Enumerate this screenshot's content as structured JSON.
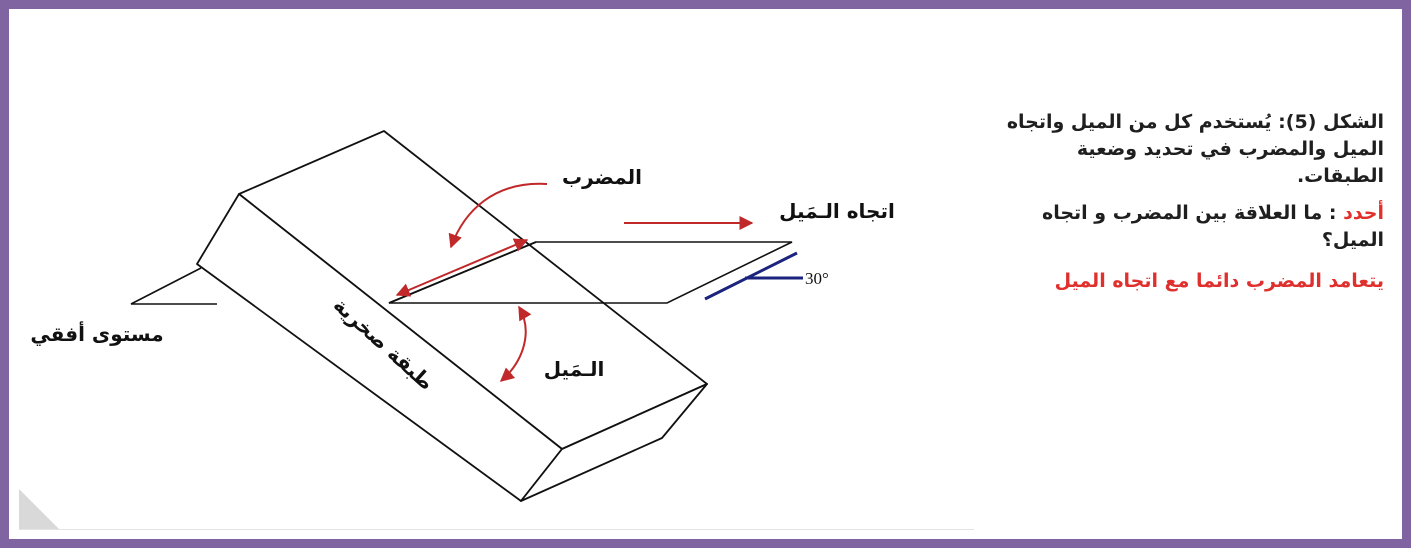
{
  "diagram": {
    "labels": {
      "strike": "المضرب",
      "dip_direction": "اتجاه الـمَيل",
      "dip": "الـمَيل",
      "horizontal_plane": "مستوى أفقي",
      "rock_layer": "طبقة صخرية",
      "angle": "30°"
    },
    "colors": {
      "arrows": "#c0282a",
      "angle_marker": "#1a237e",
      "lines": "#111111",
      "frame": "#8064a2"
    }
  },
  "text": {
    "caption": "الشكل (5): يُستخدم كل من الميل واتجاه الميل والمضرب في تحديد وضعية الطبقات.",
    "question_label": "أحدد",
    "question_text": " : ما العلاقة بين المضرب و اتجاه الميل؟",
    "answer": "يتعامد المضرب دائما مع اتجاه الميل"
  }
}
